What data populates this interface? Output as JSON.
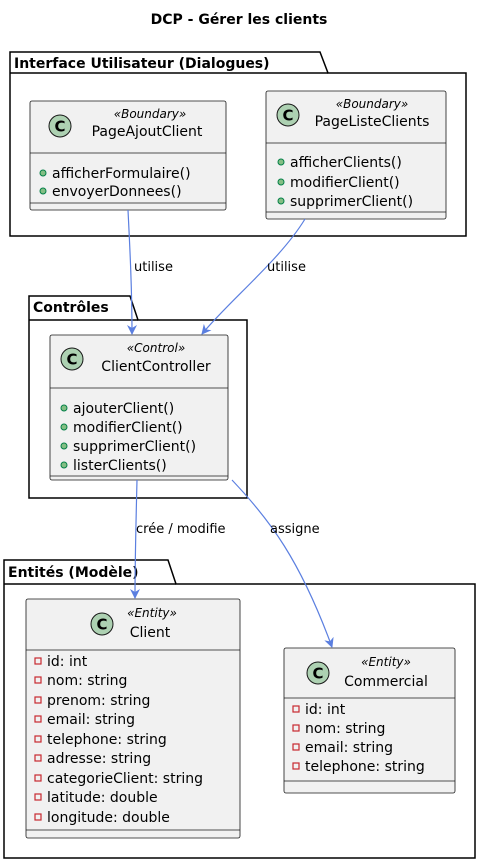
{
  "title": "DCP - Gérer les clients",
  "packages": {
    "ui": "Interface Utilisateur (Dialogues)",
    "controls": "Contrôles",
    "entities": "Entités (Modèle)"
  },
  "classes": {
    "page_ajout": {
      "stereotype": "«Boundary»",
      "name": "PageAjoutClient",
      "methods": [
        "afficherFormulaire()",
        "envoyerDonnees()"
      ]
    },
    "page_liste": {
      "stereotype": "«Boundary»",
      "name": "PageListeClients",
      "methods": [
        "afficherClients()",
        "modifierClient()",
        "supprimerClient()"
      ]
    },
    "controller": {
      "stereotype": "«Control»",
      "name": "ClientController",
      "methods": [
        "ajouterClient()",
        "modifierClient()",
        "supprimerClient()",
        "listerClients()"
      ]
    },
    "client": {
      "stereotype": "«Entity»",
      "name": "Client",
      "attributes": [
        "id: int",
        "nom: string",
        "prenom: string",
        "email: string",
        "telephone: string",
        "adresse: string",
        "categorieClient: string",
        "latitude: double",
        "longitude: double"
      ]
    },
    "commercial": {
      "stereotype": "«Entity»",
      "name": "Commercial",
      "attributes": [
        "id: int",
        "nom: string",
        "email: string",
        "telephone: string"
      ]
    }
  },
  "relations": {
    "ajout_controller": "utilise",
    "liste_controller": "utilise",
    "controller_client": "crée / modifie",
    "controller_commercial": "assigne"
  },
  "colors": {
    "class_fill": "#f1f1f1",
    "class_border": "#181818",
    "circle_fill": "#add1b2",
    "arrow": "#5b7fe0",
    "public_marker": "#84be84",
    "private_marker": "#c82930"
  },
  "icons": {
    "class_circle": "class-c-icon",
    "public_method": "public-method-icon",
    "private_field": "private-field-icon"
  }
}
